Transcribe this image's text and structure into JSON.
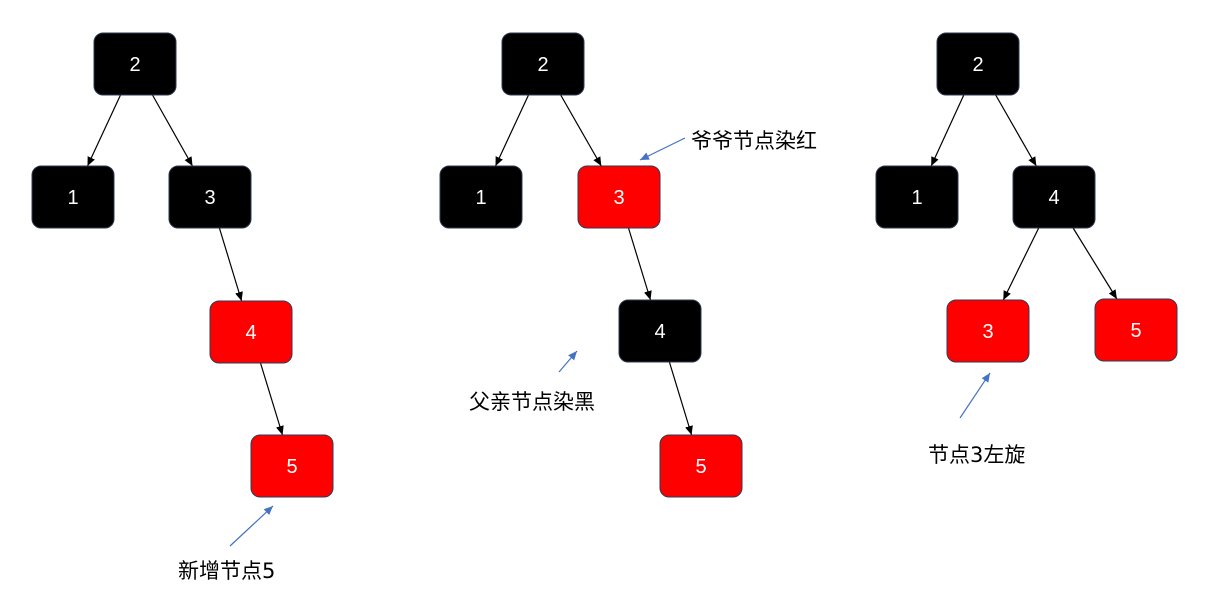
{
  "colors": {
    "black_node": "#000000",
    "red_node": "#ff0000",
    "node_text": "#ffffff",
    "edge": "#000000",
    "annotation_arrow": "#4472c4"
  },
  "trees": [
    {
      "id": "tree-1",
      "nodes": [
        {
          "id": "t1-n2",
          "label": "2",
          "color": "black"
        },
        {
          "id": "t1-n1",
          "label": "1",
          "color": "black"
        },
        {
          "id": "t1-n3",
          "label": "3",
          "color": "black"
        },
        {
          "id": "t1-n4",
          "label": "4",
          "color": "red"
        },
        {
          "id": "t1-n5",
          "label": "5",
          "color": "red"
        }
      ],
      "edges": [
        [
          "t1-n2",
          "t1-n1"
        ],
        [
          "t1-n2",
          "t1-n3"
        ],
        [
          "t1-n3",
          "t1-n4"
        ],
        [
          "t1-n4",
          "t1-n5"
        ]
      ],
      "annotations": [
        {
          "id": "t1-note",
          "text": "新增节点5"
        }
      ]
    },
    {
      "id": "tree-2",
      "nodes": [
        {
          "id": "t2-n2",
          "label": "2",
          "color": "black"
        },
        {
          "id": "t2-n1",
          "label": "1",
          "color": "black"
        },
        {
          "id": "t2-n3",
          "label": "3",
          "color": "red"
        },
        {
          "id": "t2-n4",
          "label": "4",
          "color": "black"
        },
        {
          "id": "t2-n5",
          "label": "5",
          "color": "red"
        }
      ],
      "edges": [
        [
          "t2-n2",
          "t2-n1"
        ],
        [
          "t2-n2",
          "t2-n3"
        ],
        [
          "t2-n3",
          "t2-n4"
        ],
        [
          "t2-n4",
          "t2-n5"
        ]
      ],
      "annotations": [
        {
          "id": "t2-note-grand",
          "text": "爷爷节点染红"
        },
        {
          "id": "t2-note-parent",
          "text": "父亲节点染黑"
        }
      ]
    },
    {
      "id": "tree-3",
      "nodes": [
        {
          "id": "t3-n2",
          "label": "2",
          "color": "black"
        },
        {
          "id": "t3-n1",
          "label": "1",
          "color": "black"
        },
        {
          "id": "t3-n4",
          "label": "4",
          "color": "black"
        },
        {
          "id": "t3-n3",
          "label": "3",
          "color": "red"
        },
        {
          "id": "t3-n5",
          "label": "5",
          "color": "red"
        }
      ],
      "edges": [
        [
          "t3-n2",
          "t3-n1"
        ],
        [
          "t3-n2",
          "t3-n4"
        ],
        [
          "t3-n4",
          "t3-n3"
        ],
        [
          "t3-n4",
          "t3-n5"
        ]
      ],
      "annotations": [
        {
          "id": "t3-note",
          "text": "节点3左旋"
        }
      ]
    }
  ]
}
